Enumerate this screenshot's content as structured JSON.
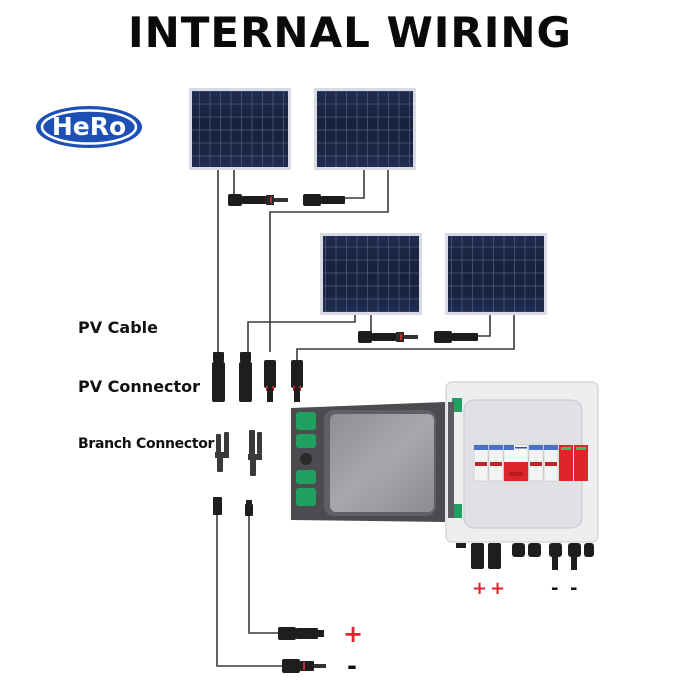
{
  "header": {
    "title": "INTERNAL WIRING"
  },
  "brand": {
    "logo_text": "HeRo",
    "logo_color": "#1d4fb4"
  },
  "labels": {
    "pv_cable": "PV Cable",
    "pv_connector": "PV Connector",
    "branch_connector": "Branch Connector"
  },
  "combiner_box": {
    "output_signs": [
      "+",
      "+",
      "-",
      "-"
    ]
  },
  "output_cables": {
    "positive": "+",
    "negative": "-"
  },
  "colors": {
    "panel": "#1b2747",
    "panel_grid": "#6f7fa3",
    "wire": "#3a3a3a",
    "breaker_red": "#e0242b",
    "latch_green": "#1fa060",
    "box_grey": "#e7e8ea"
  },
  "diagram": {
    "solar_panel_count": 4,
    "breaker_modules": [
      "fuse",
      "fuse",
      "isolator",
      "fuse",
      "fuse",
      "spd",
      "spd"
    ]
  }
}
